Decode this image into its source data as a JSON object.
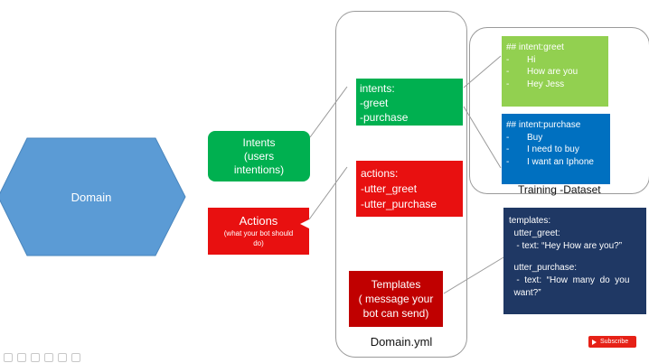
{
  "domain_node": {
    "label": "Domain"
  },
  "intents_node": {
    "lines": [
      "Intents",
      "(users",
      "intentions)"
    ]
  },
  "actions_node": {
    "title": "Actions",
    "subtitle_lines": [
      "(what your bot should",
      "do)"
    ]
  },
  "templates_node": {
    "lines": [
      "Templates",
      "( message your",
      "bot can send)"
    ]
  },
  "yml_intents": {
    "lines": [
      "intents:",
      "-greet",
      "-purchase"
    ]
  },
  "yml_actions": {
    "lines": [
      "actions:",
      "-utter_greet",
      "-utter_purchase"
    ]
  },
  "yml_label": "Domain.yml",
  "dataset_label": "Training -Dataset",
  "greet_box": {
    "header": "## intent:greet",
    "items": [
      "Hi",
      "How are you",
      "Hey Jess"
    ]
  },
  "purchase_box": {
    "header": "## intent:purchase",
    "items": [
      "Buy",
      "I need to buy",
      "I want an Iphone"
    ]
  },
  "templates_box": {
    "lines": [
      "templates:",
      "  utter_greet:",
      "   - text: “Hey How are you?”",
      "",
      "  utter_purchase:",
      "   -  text:  “How  many  do  you",
      "  want?”"
    ]
  },
  "subscribe_label": "Subscribe",
  "colors": {
    "domain_blue": "#5b9bd5",
    "green": "#00b050",
    "red": "#e81010",
    "dark_red": "#c00000",
    "light_green": "#92d050",
    "blue": "#0070c0",
    "navy": "#1f3864"
  },
  "icons": [
    "subscribe-play-icon"
  ]
}
